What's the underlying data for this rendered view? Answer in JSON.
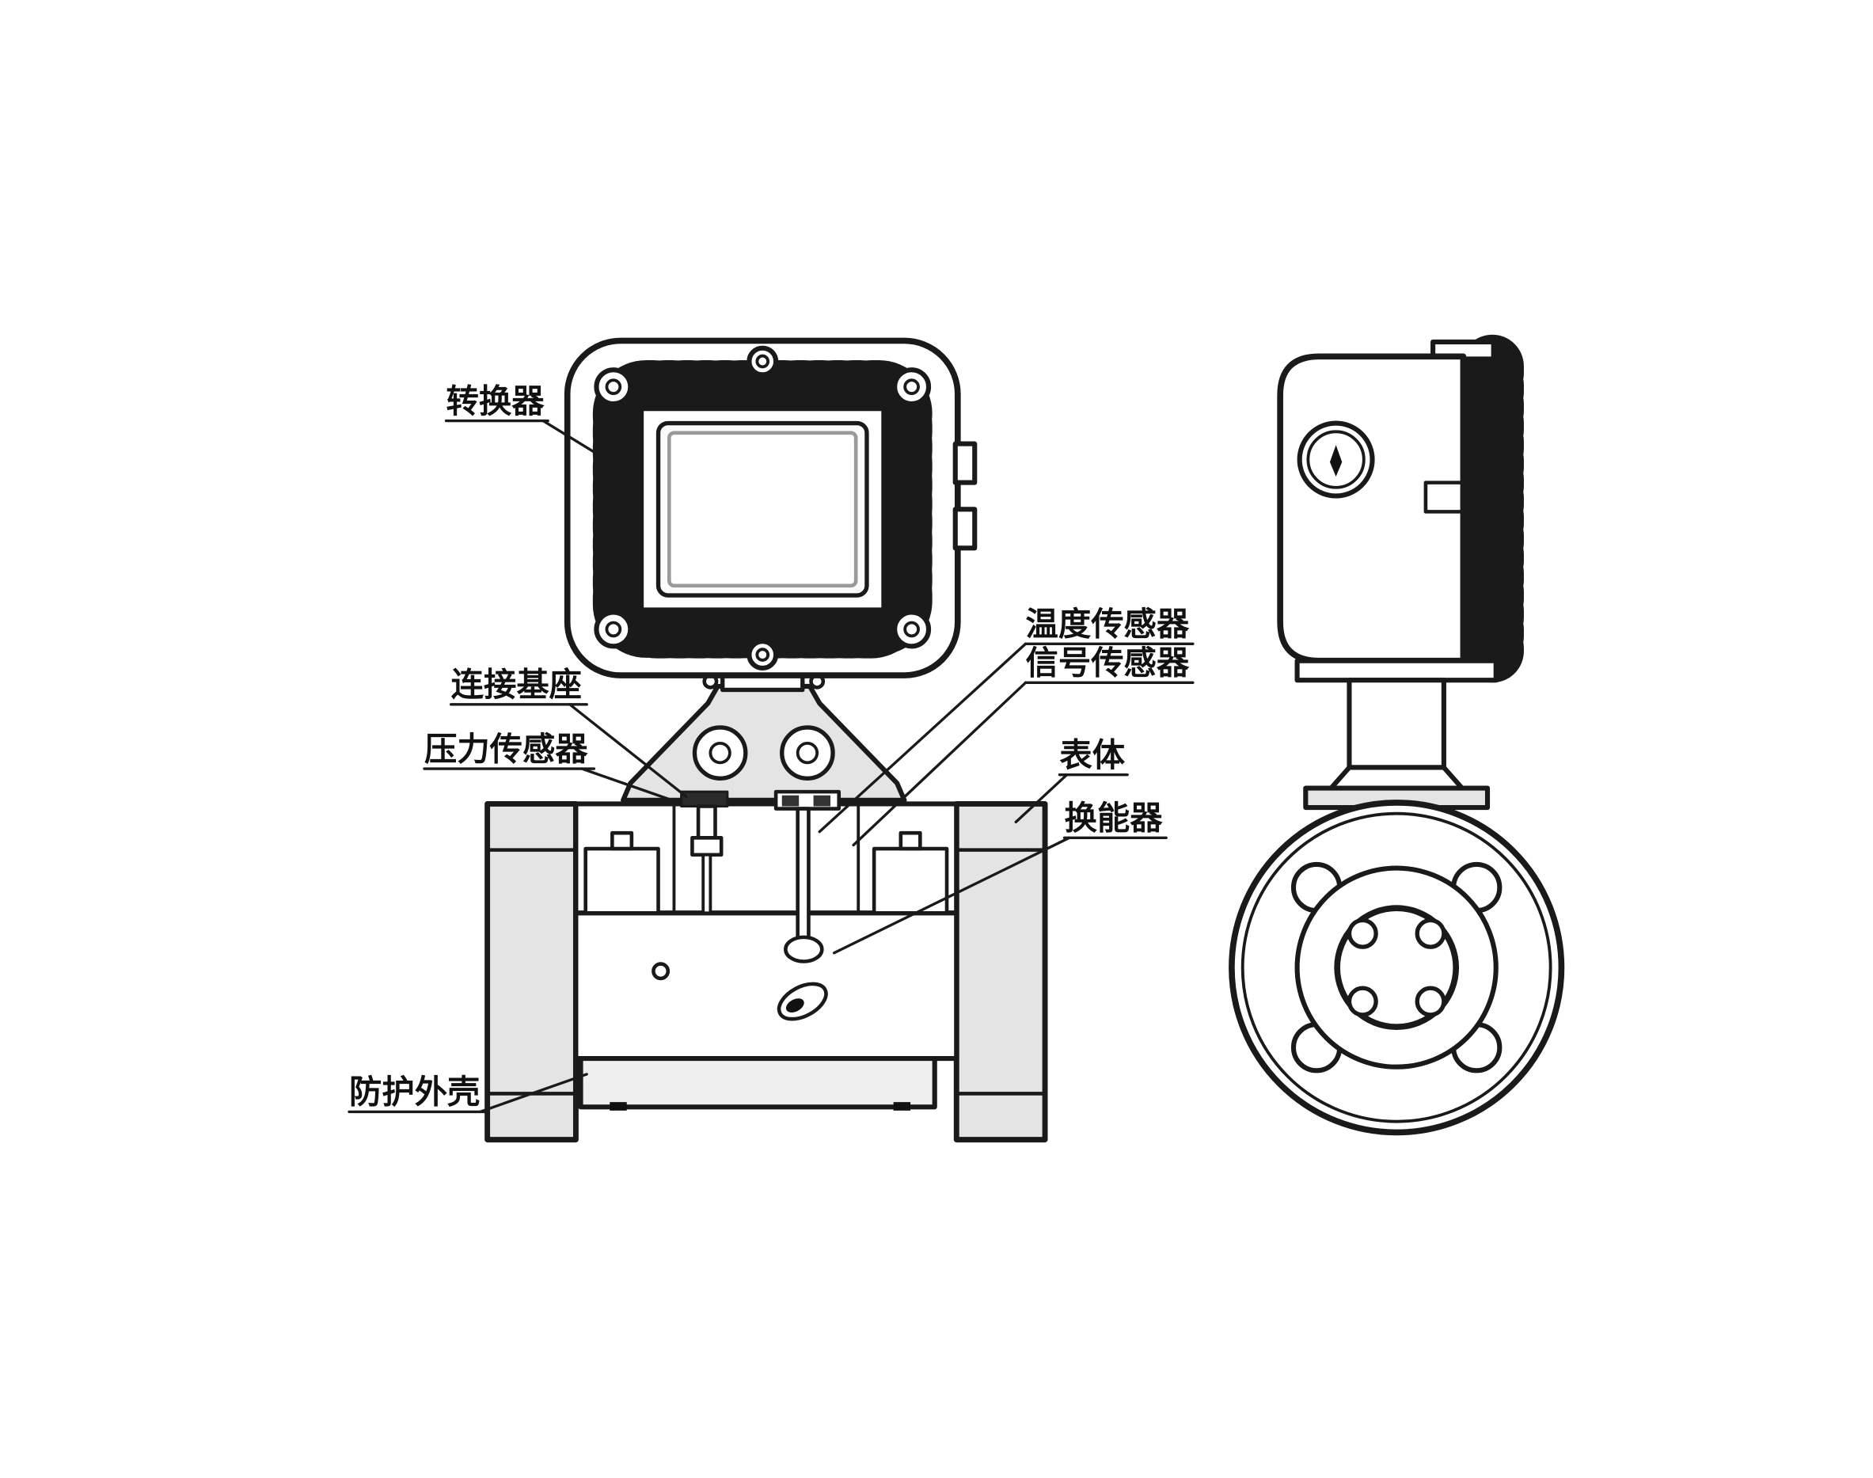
{
  "figure": {
    "type": "technical-diagram",
    "subject": "gas turbine flowmeter assembly, front view and side view",
    "colors": {
      "line": "#1a1a1a",
      "shade": "#e4e4e4",
      "background": "#ffffff"
    },
    "labels": [
      {
        "id": "converter",
        "text": "转换器"
      },
      {
        "id": "connection-base",
        "text": "连接基座"
      },
      {
        "id": "pressure-sensor",
        "text": "压力传感器"
      },
      {
        "id": "temperature-sensor",
        "text": "温度传感器"
      },
      {
        "id": "signal-sensor",
        "text": "信号传感器"
      },
      {
        "id": "meter-body",
        "text": "表体"
      },
      {
        "id": "transducer",
        "text": "换能器"
      },
      {
        "id": "protective-housing",
        "text": "防护外壳"
      }
    ]
  }
}
